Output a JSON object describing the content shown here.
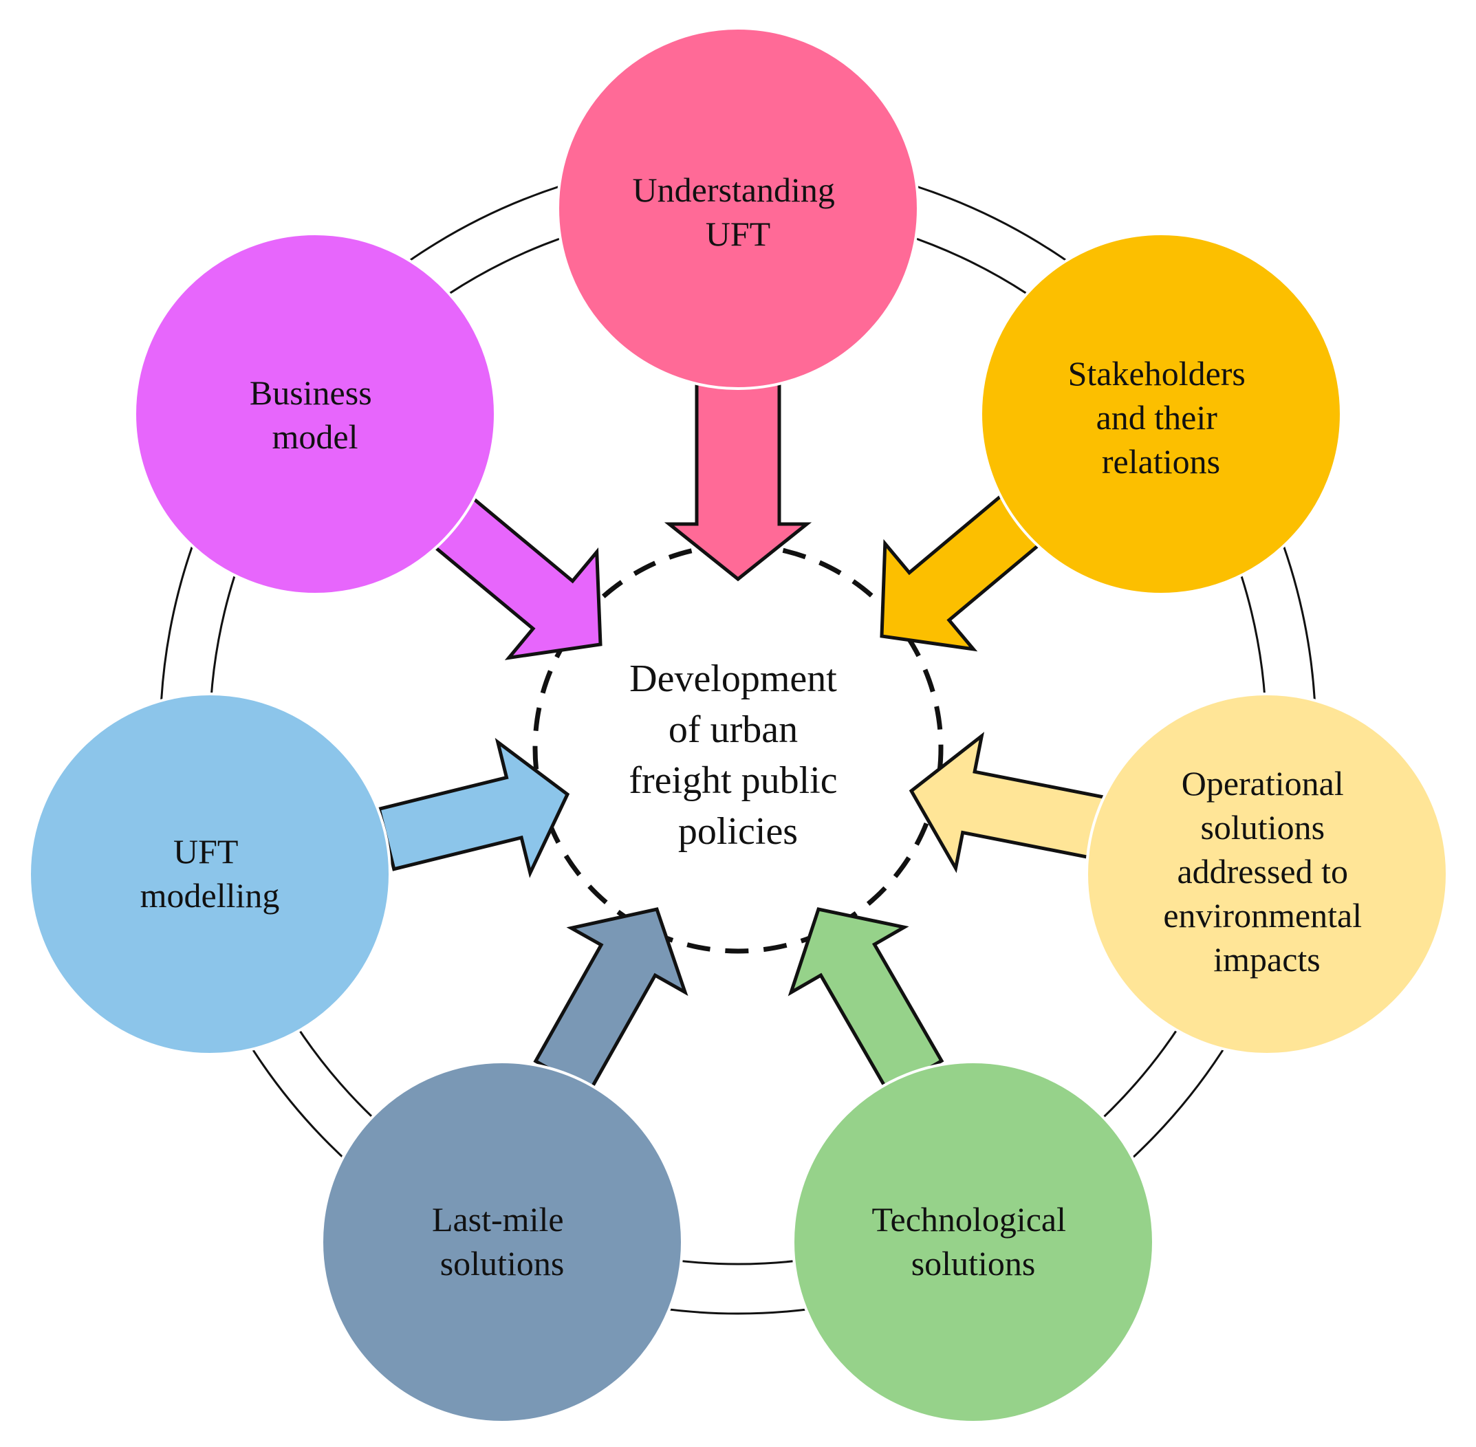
{
  "center": {
    "lines": [
      "Development",
      "of urban",
      "freight public",
      "policies"
    ]
  },
  "nodes": [
    {
      "id": "understanding-uft",
      "lines": [
        "Understanding",
        "UFT"
      ],
      "color": "#FF6A97"
    },
    {
      "id": "stakeholders",
      "lines": [
        "Stakeholders",
        "and their",
        "relations"
      ],
      "color": "#FCBF00"
    },
    {
      "id": "operational-solutions",
      "lines": [
        "Operational",
        "solutions",
        "addressed to",
        "environmental",
        "impacts"
      ],
      "color": "#FFE597"
    },
    {
      "id": "technological-solutions",
      "lines": [
        "Technological",
        "solutions"
      ],
      "color": "#96D28A"
    },
    {
      "id": "last-mile-solutions",
      "lines": [
        "Last-mile",
        "solutions"
      ],
      "color": "#7A98B5"
    },
    {
      "id": "uft-modelling",
      "lines": [
        "UFT",
        "modelling"
      ],
      "color": "#8CC5EA"
    },
    {
      "id": "business-model",
      "lines": [
        "Business",
        "model"
      ],
      "color": "#E766FC"
    }
  ]
}
